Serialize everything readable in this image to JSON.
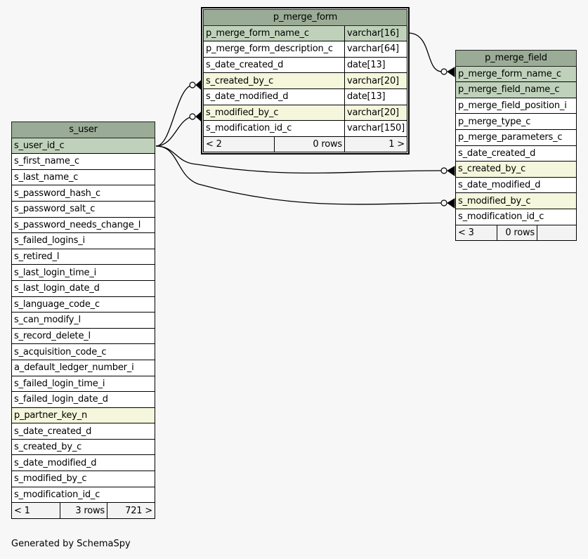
{
  "tables": {
    "p_merge_form": {
      "name": "p_merge_form",
      "columns": [
        {
          "name": "p_merge_form_name_c",
          "type": "varchar[16]",
          "kind": "pk"
        },
        {
          "name": "p_merge_form_description_c",
          "type": "varchar[64]",
          "kind": "normal"
        },
        {
          "name": "s_date_created_d",
          "type": "date[13]",
          "kind": "normal"
        },
        {
          "name": "s_created_by_c",
          "type": "varchar[20]",
          "kind": "fk"
        },
        {
          "name": "s_date_modified_d",
          "type": "date[13]",
          "kind": "normal"
        },
        {
          "name": "s_modified_by_c",
          "type": "varchar[20]",
          "kind": "fk"
        },
        {
          "name": "s_modification_id_c",
          "type": "varchar[150]",
          "kind": "normal"
        }
      ],
      "footer": {
        "parents": "< 2",
        "rows": "0 rows",
        "children": "1 >"
      }
    },
    "p_merge_field": {
      "name": "p_merge_field",
      "columns": [
        {
          "name": "p_merge_form_name_c",
          "kind": "pk"
        },
        {
          "name": "p_merge_field_name_c",
          "kind": "pk"
        },
        {
          "name": "p_merge_field_position_i",
          "kind": "normal"
        },
        {
          "name": "p_merge_type_c",
          "kind": "normal"
        },
        {
          "name": "p_merge_parameters_c",
          "kind": "normal"
        },
        {
          "name": "s_date_created_d",
          "kind": "normal"
        },
        {
          "name": "s_created_by_c",
          "kind": "fk"
        },
        {
          "name": "s_date_modified_d",
          "kind": "normal"
        },
        {
          "name": "s_modified_by_c",
          "kind": "fk"
        },
        {
          "name": "s_modification_id_c",
          "kind": "normal"
        }
      ],
      "footer": {
        "parents": "< 3",
        "rows": "0 rows",
        "children": ""
      }
    },
    "s_user": {
      "name": "s_user",
      "columns": [
        {
          "name": "s_user_id_c",
          "kind": "pk"
        },
        {
          "name": "s_first_name_c",
          "kind": "normal"
        },
        {
          "name": "s_last_name_c",
          "kind": "normal"
        },
        {
          "name": "s_password_hash_c",
          "kind": "normal"
        },
        {
          "name": "s_password_salt_c",
          "kind": "normal"
        },
        {
          "name": "s_password_needs_change_l",
          "kind": "normal"
        },
        {
          "name": "s_failed_logins_i",
          "kind": "normal"
        },
        {
          "name": "s_retired_l",
          "kind": "normal"
        },
        {
          "name": "s_last_login_time_i",
          "kind": "normal"
        },
        {
          "name": "s_last_login_date_d",
          "kind": "normal"
        },
        {
          "name": "s_language_code_c",
          "kind": "normal"
        },
        {
          "name": "s_can_modify_l",
          "kind": "normal"
        },
        {
          "name": "s_record_delete_l",
          "kind": "normal"
        },
        {
          "name": "s_acquisition_code_c",
          "kind": "normal"
        },
        {
          "name": "a_default_ledger_number_i",
          "kind": "normal"
        },
        {
          "name": "s_failed_login_time_i",
          "kind": "normal"
        },
        {
          "name": "s_failed_login_date_d",
          "kind": "normal"
        },
        {
          "name": "p_partner_key_n",
          "kind": "fk"
        },
        {
          "name": "s_date_created_d",
          "kind": "normal"
        },
        {
          "name": "s_created_by_c",
          "kind": "normal"
        },
        {
          "name": "s_date_modified_d",
          "kind": "normal"
        },
        {
          "name": "s_modified_by_c",
          "kind": "normal"
        },
        {
          "name": "s_modification_id_c",
          "kind": "normal"
        }
      ],
      "footer": {
        "parents": "< 1",
        "rows": "3 rows",
        "children": "721 >"
      }
    }
  },
  "relationships": [
    {
      "from": "s_user.s_user_id_c",
      "to": "p_merge_form.s_created_by_c"
    },
    {
      "from": "s_user.s_user_id_c",
      "to": "p_merge_form.s_modified_by_c"
    },
    {
      "from": "s_user.s_user_id_c",
      "to": "p_merge_field.s_created_by_c"
    },
    {
      "from": "s_user.s_user_id_c",
      "to": "p_merge_field.s_modified_by_c"
    },
    {
      "from": "p_merge_form.p_merge_form_name_c",
      "to": "p_merge_field.p_merge_form_name_c"
    }
  ],
  "footer_text": "Generated by SchemaSpy",
  "colors": {
    "header": "#9aab96",
    "primary_key": "#bfd1ba",
    "foreign_key": "#f4f7dc",
    "background": "#f7f7f7"
  }
}
